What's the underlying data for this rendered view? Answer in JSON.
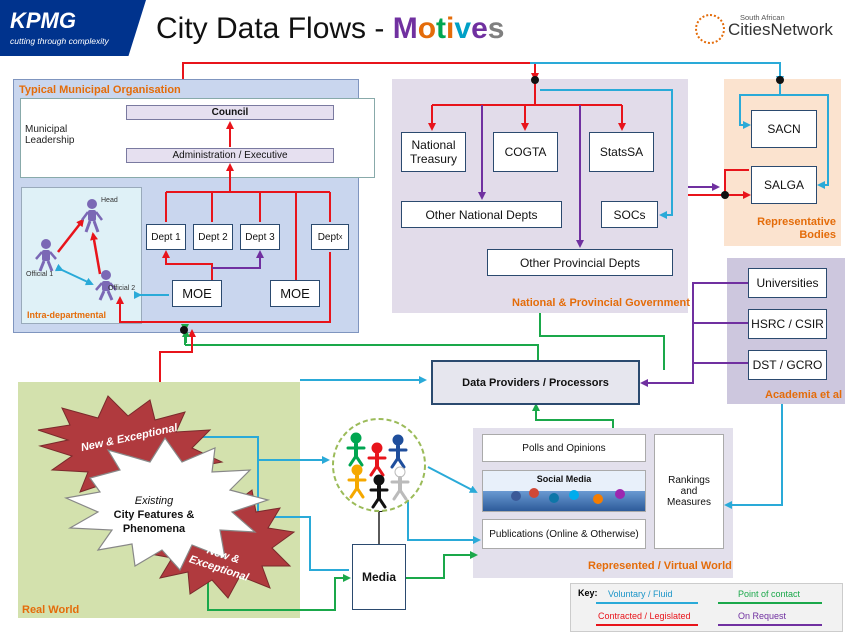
{
  "header": {
    "logo_text": "KPMG",
    "logo_tagline": "cutting through complexity",
    "title_prefix": "City Data Flows - ",
    "title_word": "Motives",
    "title_word_colors": [
      "#7030a0",
      "#e46c0a",
      "#00a651",
      "#e46c0a",
      "#00a0c6",
      "#7030a0",
      "#7f7f7f"
    ],
    "sacn_small": "South African",
    "sacn_big": "CitiesNetwork"
  },
  "municipal": {
    "label": "Typical Municipal Organisation",
    "leadership": "Municipal Leadership",
    "council": "Council",
    "admin": "Administration / Executive",
    "dept1": "Dept 1",
    "dept2": "Dept 2",
    "dept3": "Dept 3",
    "deptx": "Dept",
    "deptx_sub": "x",
    "moe1": "MOE",
    "moe2": "MOE",
    "intra_label": "Intra-departmental",
    "head_label": "Head",
    "official1": "Official 1",
    "official2": "Official 2"
  },
  "national": {
    "label": "National & Provincial Government",
    "treasury": "National Treasury",
    "cogta": "COGTA",
    "statssa": "StatsSA",
    "other_national": "Other National Depts",
    "socs": "SOCs",
    "other_provincial": "Other Provincial Depts"
  },
  "representative": {
    "label": "Representative Bodies",
    "sacn": "SACN",
    "salga": "SALGA"
  },
  "academia": {
    "label": "Academia et al",
    "universities": "Universities",
    "hsrc": "HSRC / CSIR",
    "dst": "DST / GCRO"
  },
  "center": {
    "data_providers": "Data Providers / Processors",
    "media": "Media"
  },
  "real_world": {
    "label": "Real World",
    "new_exceptional_1": "New & Exceptional",
    "new_exceptional_2": "New & Exceptional",
    "existing_1": "Existing",
    "existing_2": "City Features &",
    "existing_3": "Phenomena"
  },
  "virtual": {
    "label": "Represented / Virtual World",
    "polls": "Polls and Opinions",
    "social": "Social Media",
    "publications": "Publications (Online & Otherwise)",
    "rankings": "Rankings and Measures"
  },
  "key": {
    "title": "Key:",
    "voluntary": "Voluntary / Fluid",
    "contracted": "Contracted / Legislated",
    "contact": "Point of contact",
    "request": "On Request"
  },
  "colors": {
    "red": "#e8141b",
    "blue": "#2aaad8",
    "green": "#1aa84a",
    "purple": "#7030a0",
    "region_blue": "#c9d6ee",
    "region_lilac": "#e2dcea",
    "region_peach": "#fbe3cf",
    "region_academia": "#cdc7de",
    "region_real": "#d3e1ad",
    "region_virtual": "#e3e0ec",
    "burst_red": "#b03a3e"
  }
}
